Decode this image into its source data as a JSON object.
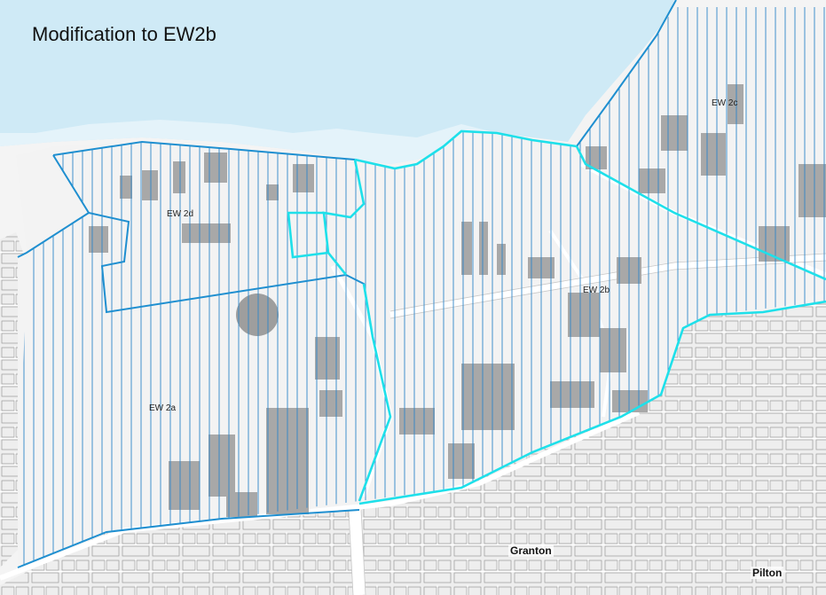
{
  "map": {
    "title": "Modification to EW2b",
    "zones": [
      {
        "id": "ew2a",
        "label": "EW 2a"
      },
      {
        "id": "ew2b",
        "label": "EW 2b"
      },
      {
        "id": "ew2c",
        "label": "EW 2c"
      },
      {
        "id": "ew2d",
        "label": "EW 2d"
      }
    ],
    "place_labels": [
      "Granton",
      "Pilton"
    ],
    "colors": {
      "water": "#cfeaf6",
      "hatch": "#2e86c8",
      "boundary_original": "#1f8fd0",
      "boundary_modified": "#1ee0ea",
      "building": "#a8a8a8",
      "road": "#ffffff",
      "background": "#f4f4f4"
    }
  }
}
